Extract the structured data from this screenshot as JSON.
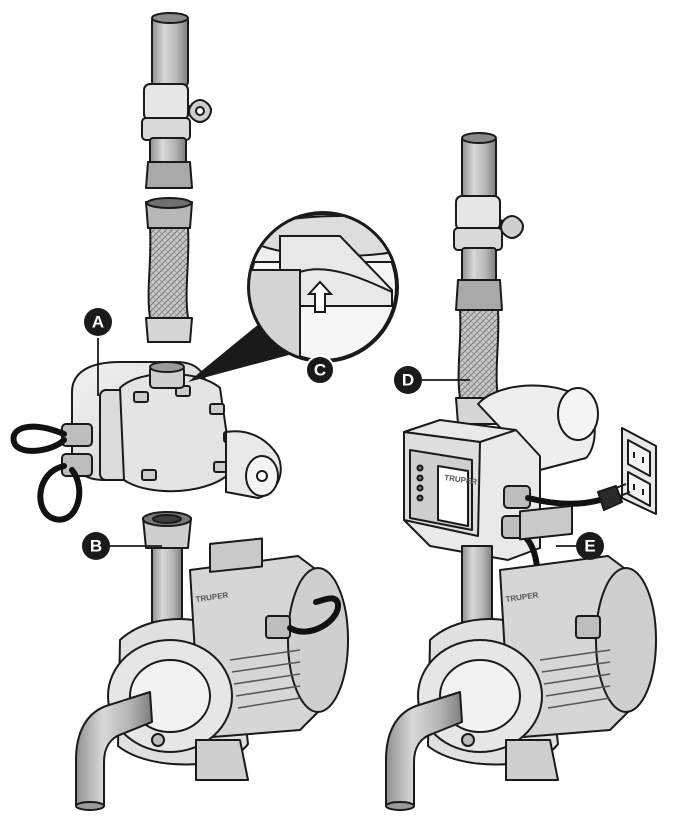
{
  "diagram": {
    "callouts": [
      {
        "id": "A",
        "label": "A"
      },
      {
        "id": "B",
        "label": "B"
      },
      {
        "id": "C",
        "label": "C"
      },
      {
        "id": "D",
        "label": "D"
      },
      {
        "id": "E",
        "label": "E"
      }
    ],
    "brand": "TRUPER",
    "colors": {
      "outline": "#1a1a1a",
      "metal": "#bfbfbf",
      "metal_light": "#dedede",
      "metal_dark": "#8c8c8c",
      "body": "#e9e9e9",
      "callout_fill": "#1a1a1a",
      "cable": "#111111"
    }
  }
}
